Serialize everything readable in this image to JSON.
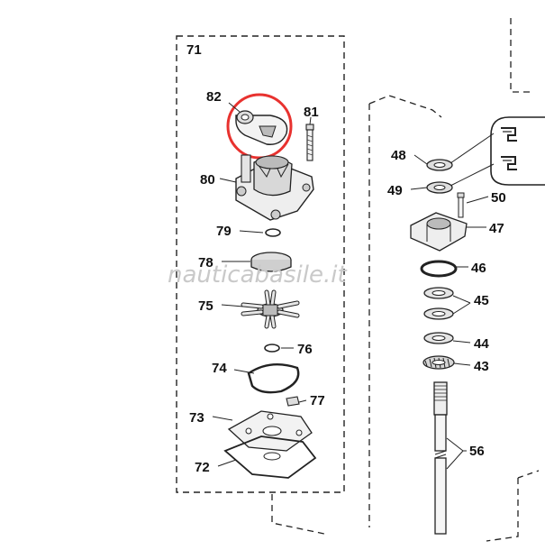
{
  "watermark": "nauticabasile.it",
  "highlight_color": "#e8322f",
  "labels": {
    "p71": "71",
    "p82": "82",
    "p81": "81",
    "p80": "80",
    "p79": "79",
    "p78": "78",
    "p75": "75",
    "p76": "76",
    "p74": "74",
    "p77": "77",
    "p73": "73",
    "p72": "72",
    "p48": "48",
    "p49": "49",
    "p50": "50",
    "p47": "47",
    "p46": "46",
    "p45": "45",
    "p44": "44",
    "p43": "43",
    "p56": "56"
  }
}
